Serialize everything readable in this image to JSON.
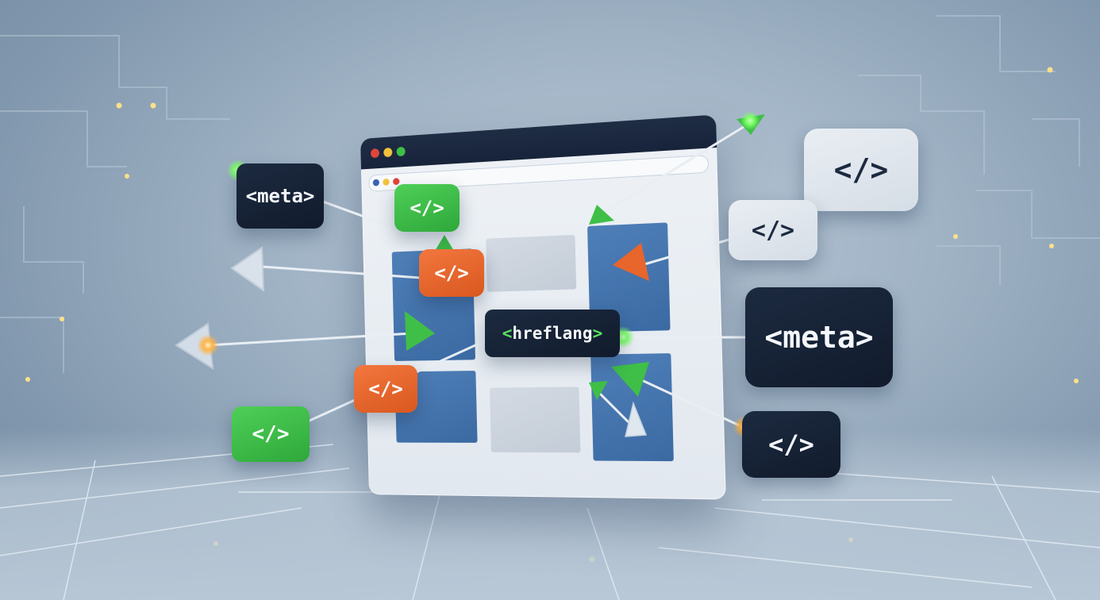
{
  "tags": {
    "meta_small": "<meta>",
    "meta_large": "<meta>",
    "hreflang_open": "<",
    "hreflang_word": "hreflang",
    "hreflang_close": ">",
    "code": "</>"
  },
  "colors": {
    "navy": "#1c2a40",
    "green": "#3fbf48",
    "orange": "#e8652c",
    "browser_blue": "#4575ad",
    "glow_green": "#7dff6a",
    "glow_orange": "#ffb347"
  },
  "icons": [
    "code-brackets-icon",
    "arrow-head-icon",
    "window-dot-icon"
  ]
}
